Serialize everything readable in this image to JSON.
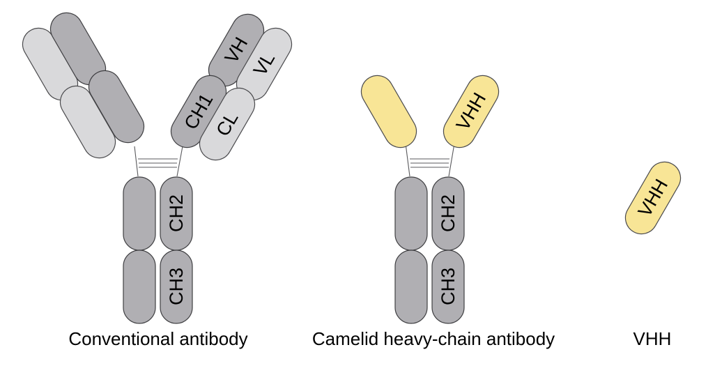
{
  "diagram": {
    "conventional": {
      "caption": "Conventional antibody",
      "labels": {
        "vh": "VH",
        "vl": "VL",
        "ch1": "CH1",
        "cl": "CL",
        "ch2": "CH2",
        "ch3": "CH3"
      }
    },
    "camelid": {
      "caption": "Camelid heavy-chain antibody",
      "labels": {
        "vhh": "VHH",
        "ch2": "CH2",
        "ch3": "CH3"
      }
    },
    "vhh_fragment": {
      "caption": "VHH",
      "labels": {
        "vhh": "VHH"
      }
    },
    "colors": {
      "heavy_chain": "#b0afb3",
      "light_chain": "#d9d9db",
      "vhh_domain": "#f8e596",
      "outline": "#3f3f42"
    }
  }
}
